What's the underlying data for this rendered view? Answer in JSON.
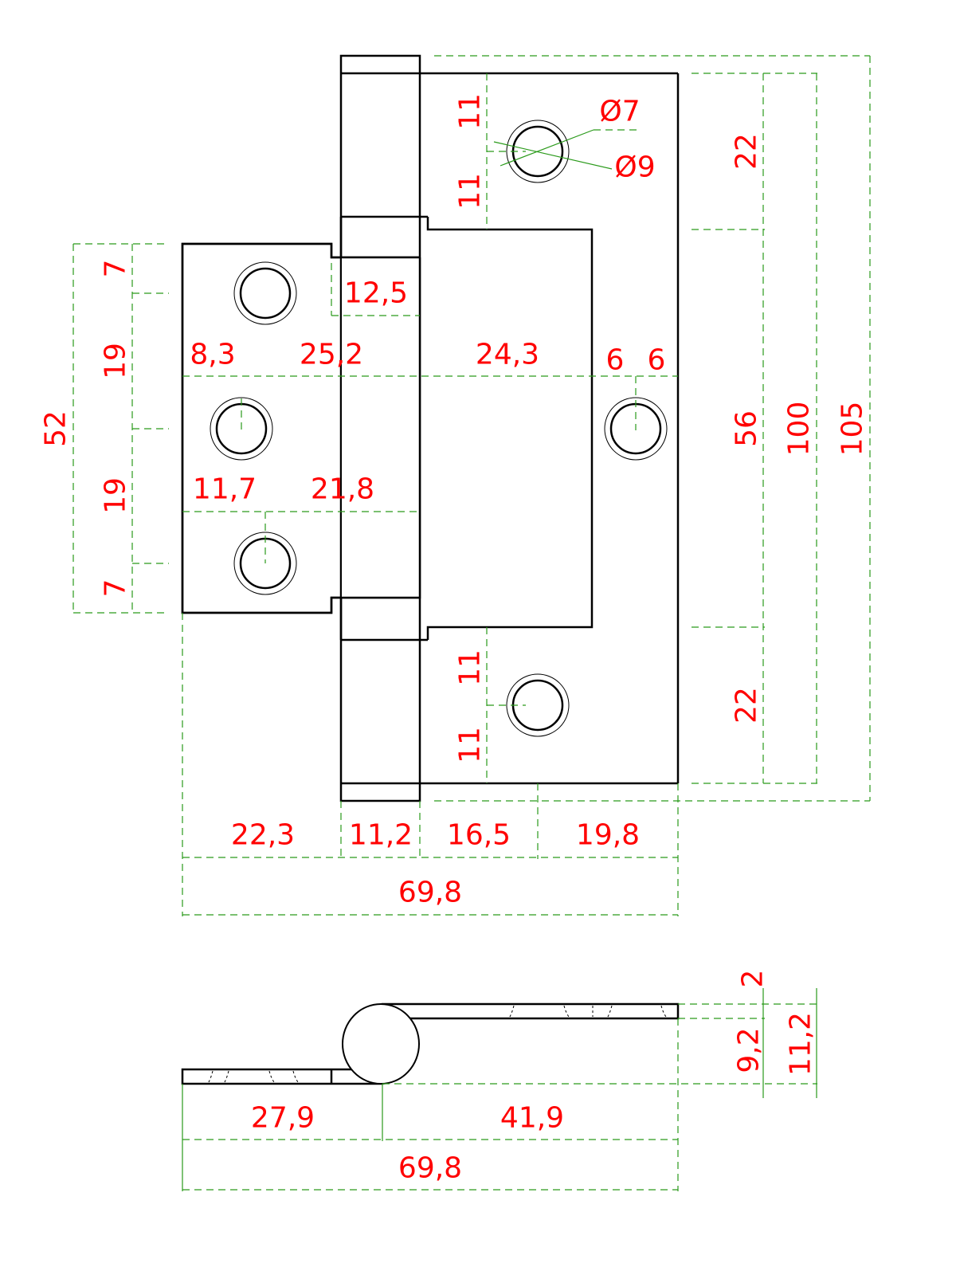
{
  "colors": {
    "outline": "#000000",
    "dimension_line": "#2a9a1a",
    "dimension_text": "#ff0000"
  },
  "front_view": {
    "holes": {
      "inner_diameter": "Ø7",
      "outer_diameter": "Ø9"
    },
    "right_leaf": {
      "top_hole_upper": "11",
      "top_hole_lower": "11",
      "bottom_hole_upper": "11",
      "bottom_hole_lower": "11",
      "top_section": "22",
      "middle_section": "56",
      "bottom_section": "22",
      "leaf_height": "100",
      "overall_height": "105",
      "cutout_width": "24,3",
      "hole_offset_left": "6",
      "hole_offset_right": "6"
    },
    "left_leaf": {
      "height": "52",
      "top_margin": "7",
      "upper_spacing": "19",
      "lower_spacing": "19",
      "bottom_margin": "7",
      "notch_width": "12,5",
      "mid_hole_offset": "8,3",
      "mid_hole_to_knuckle": "25,2",
      "outer_hole_offset": "11,7",
      "outer_hole_to_knuckle": "21,8"
    },
    "bottom": {
      "left_leaf_width": "22,3",
      "knuckle_width": "11,2",
      "to_hole": "16,5",
      "hole_to_edge": "19,8",
      "overall_width": "69,8"
    }
  },
  "side_view": {
    "thickness": "2",
    "offset": "9,2",
    "total_height": "11,2",
    "left_width": "27,9",
    "right_width": "41,9",
    "overall_width": "69,8"
  }
}
